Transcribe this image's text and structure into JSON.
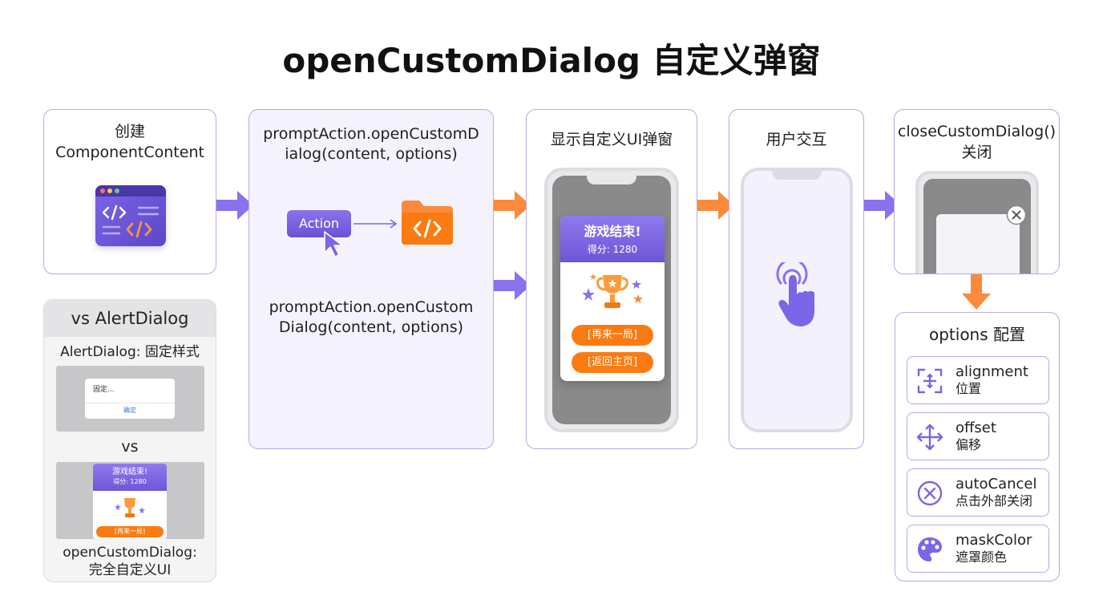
{
  "title": "openCustomDialog 自定义弹窗",
  "step_create": {
    "title_line1": "创建",
    "title_line2": "ComponentContent",
    "icon": "code-window-icon"
  },
  "step_open": {
    "api_line1": "promptAction.openCustomD",
    "api_line2": "ialog(content, options)",
    "action_label": "Action",
    "api2_line1": "promptAction.openCustom",
    "api2_line2": "Dialog(content, options)"
  },
  "step_show": {
    "title": "显示自定义UI弹窗",
    "dialog_title": "游戏结束!",
    "dialog_score": "得分: 1280",
    "btn_again": "[再来一局]",
    "btn_home": "[返回主页]"
  },
  "step_interact": {
    "title": "用户交互",
    "icon": "tap-hand-icon"
  },
  "step_close": {
    "title_line1": "closeCustomDialog()",
    "title_line2": "关闭",
    "icon": "close-circle-icon"
  },
  "options": {
    "title": "options 配置",
    "items": [
      {
        "name": "alignment",
        "desc": "位置",
        "icon": "align-center-icon"
      },
      {
        "name": "offset",
        "desc": "偏移",
        "icon": "move-arrows-icon"
      },
      {
        "name": "autoCancel",
        "desc": "点击外部关闭",
        "icon": "cancel-circle-icon"
      },
      {
        "name": "maskColor",
        "desc": "遮罩颜色",
        "icon": "palette-icon"
      }
    ]
  },
  "compare": {
    "title": "vs AlertDialog",
    "alert_label": "AlertDialog: 固定样式",
    "alert_text": "固定...",
    "alert_confirm": "确定",
    "vs": "vs",
    "mini_title": "游戏结束!",
    "mini_score": "得分: 1280",
    "mini_button": "[再来一局]",
    "custom_line1": "openCustomDialog:",
    "custom_line2": "完全自定义UI"
  },
  "colors": {
    "purple": "#7c65e6",
    "orange": "#fb7b12",
    "border": "#b7a8ec",
    "tint": "#f4f2fd"
  }
}
